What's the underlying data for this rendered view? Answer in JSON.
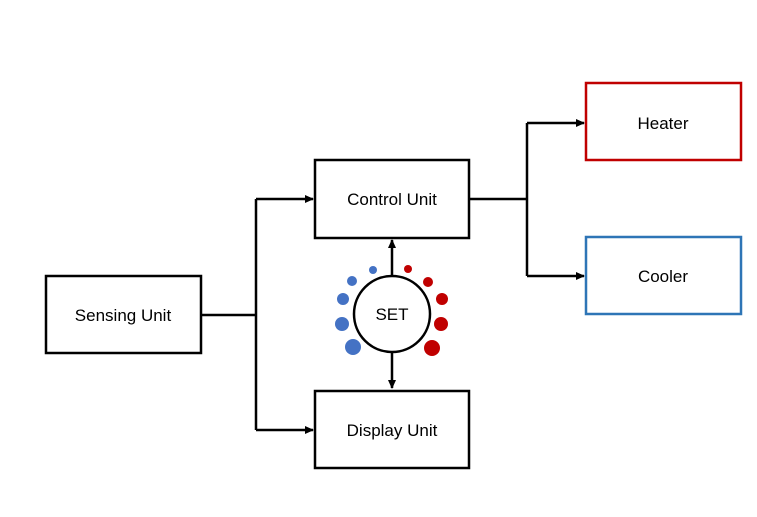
{
  "diagram": {
    "nodes": {
      "sensing": {
        "label": "Sensing Unit"
      },
      "control": {
        "label": "Control Unit"
      },
      "display": {
        "label": "Display Unit"
      },
      "heater": {
        "label": "Heater"
      },
      "cooler": {
        "label": "Cooler"
      },
      "set_knob": {
        "label": "SET"
      }
    },
    "colors": {
      "line": "#000000",
      "heater_border": "#c00000",
      "cooler_border": "#2e75b6",
      "cool_dot": "#4472c4",
      "hot_dot": "#c00000"
    }
  }
}
